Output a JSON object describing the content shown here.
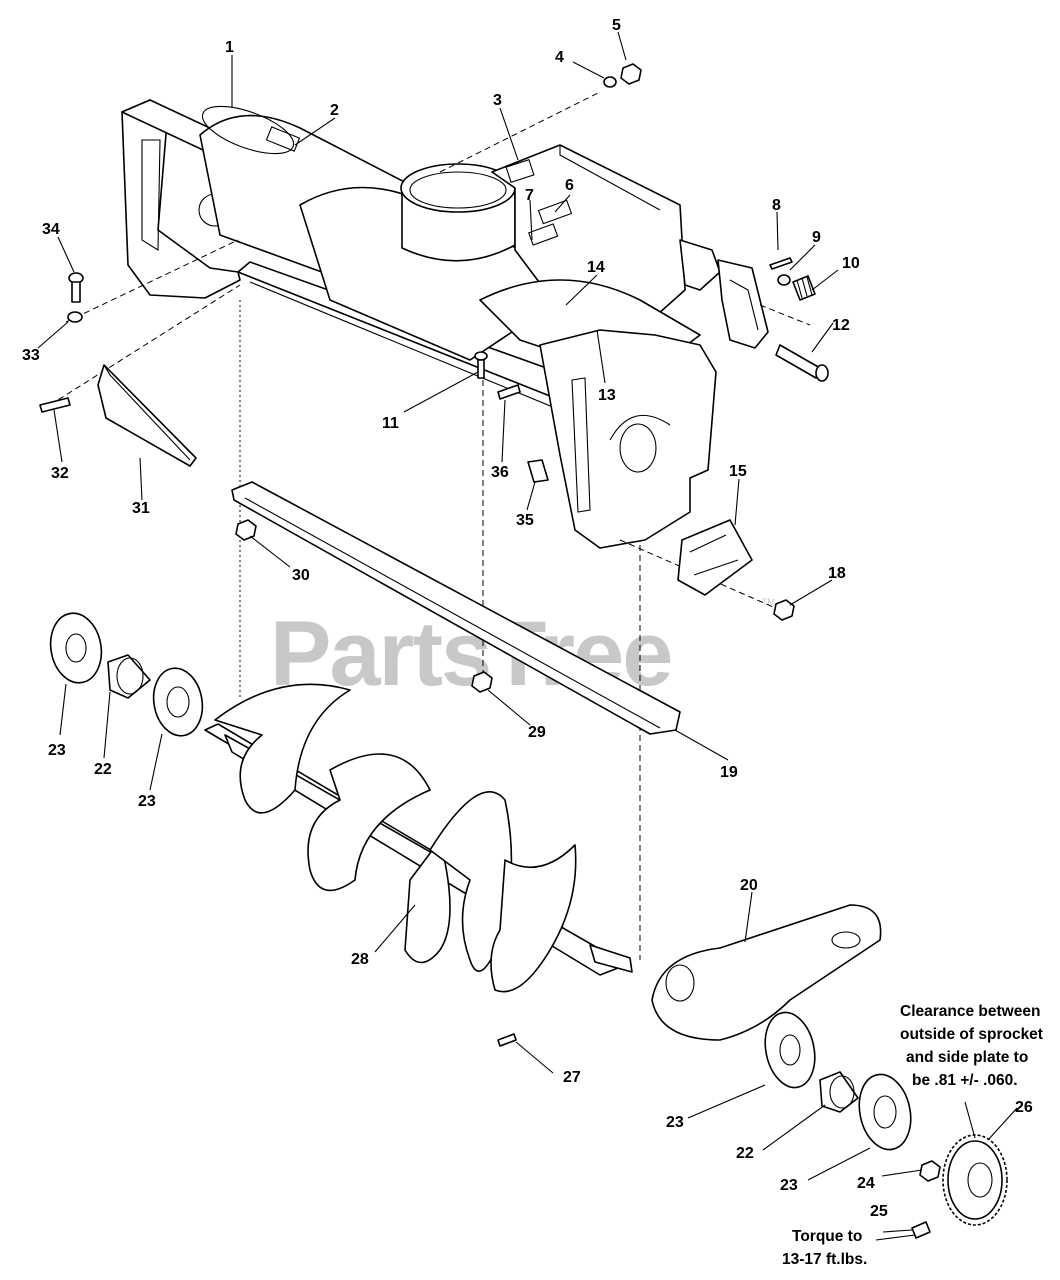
{
  "watermark": "PartsTree",
  "watermark_mark": "TM",
  "callouts": {
    "c1": "1",
    "c2": "2",
    "c3": "3",
    "c4": "4",
    "c5": "5",
    "c6": "6",
    "c7": "7",
    "c8": "8",
    "c9": "9",
    "c10": "10",
    "c11": "11",
    "c12": "12",
    "c13": "13",
    "c14": "14",
    "c15": "15",
    "c18": "18",
    "c19": "19",
    "c20": "20",
    "c22a": "22",
    "c22b": "22",
    "c23a": "23",
    "c23b": "23",
    "c23c": "23",
    "c23d": "23",
    "c24": "24",
    "c25": "25",
    "c26": "26",
    "c27": "27",
    "c28": "28",
    "c29": "29",
    "c30": "30",
    "c31": "31",
    "c32": "32",
    "c33": "33",
    "c34": "34",
    "c35": "35",
    "c36": "36"
  },
  "notes": {
    "clearance": [
      "Clearance between",
      "outside of sprocket",
      "and side plate to",
      "be .81 +/- .060."
    ],
    "torque": [
      "Torque to",
      "13-17 ft.lbs."
    ]
  }
}
